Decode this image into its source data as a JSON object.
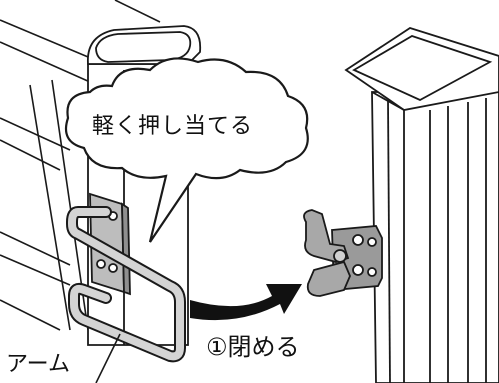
{
  "callout": {
    "text": "軽く押し当てる"
  },
  "step": {
    "text": "①閉める"
  },
  "part_label": {
    "text": "アーム"
  },
  "colors": {
    "line": "#1a1a1a",
    "post_fill": "#ffffff",
    "plate_fill": "#b8b8b8",
    "arm_fill": "#d4d4d4",
    "latch_fill": "#9a9a9a",
    "arrow": "#111111"
  }
}
